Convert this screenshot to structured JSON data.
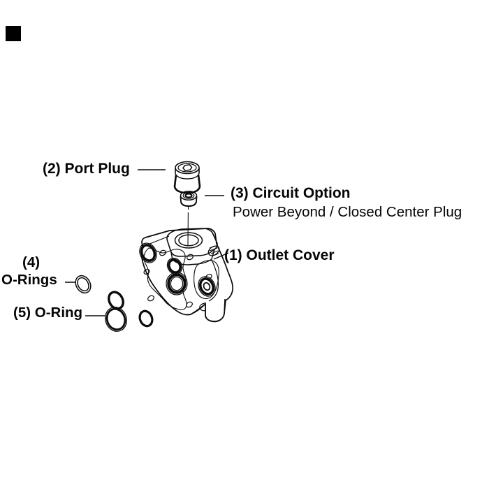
{
  "colors": {
    "ink": "#0b0b0b",
    "background": "#ffffff",
    "marker": "#000000"
  },
  "callouts": {
    "outlet_cover": {
      "text": "(1) Outlet Cover"
    },
    "port_plug": {
      "text": "(2) Port Plug"
    },
    "circuit_option": {
      "text": "(3) Circuit Option",
      "subtext": "Power Beyond / Closed Center Plug"
    },
    "o_rings": {
      "line1": "(4)",
      "line2": "O-Rings"
    },
    "o_ring": {
      "text": "(5) O-Ring"
    }
  }
}
